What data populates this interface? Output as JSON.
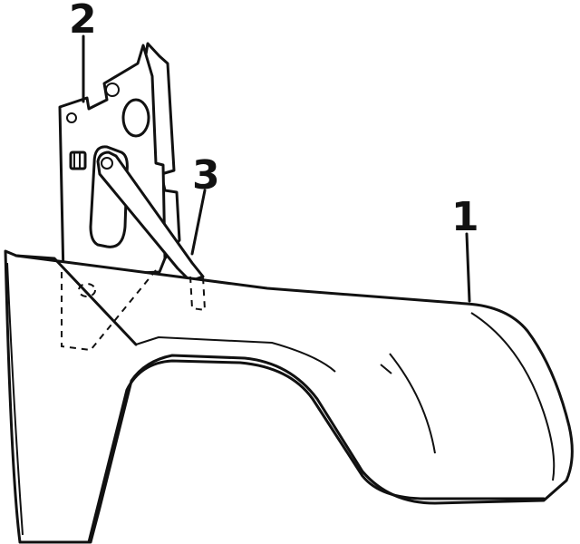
{
  "callouts": [
    {
      "id": "fender",
      "label": "1"
    },
    {
      "id": "bracket",
      "label": "2"
    },
    {
      "id": "brace",
      "label": "3"
    }
  ],
  "colors": {
    "ink": "#111111",
    "paper": "#ffffff"
  }
}
